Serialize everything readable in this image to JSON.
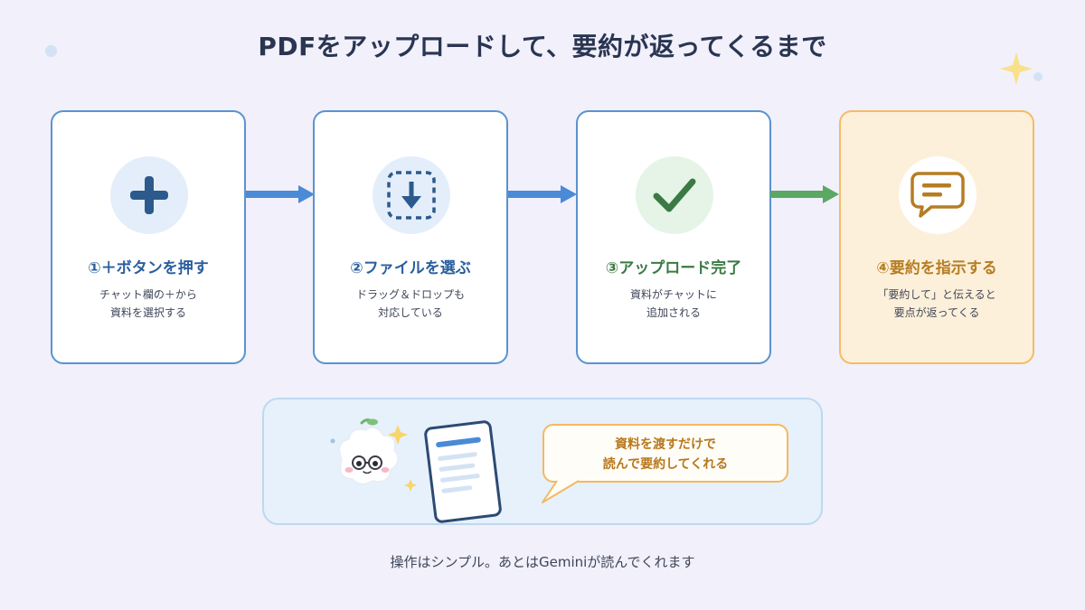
{
  "title": "PDFをアップロードして、要約が返ってくるまで",
  "steps": [
    {
      "icon": "plus-icon",
      "title": "①＋ボタンを押す",
      "desc": [
        "チャット欄の＋から",
        "資料を選択する"
      ],
      "accent": "#2a5f9e"
    },
    {
      "icon": "download-drop-icon",
      "title": "②ファイルを選ぶ",
      "desc": [
        "ドラッグ＆ドロップも",
        "対応している"
      ],
      "accent": "#2a5f9e"
    },
    {
      "icon": "checkmark-icon",
      "title": "③アップロード完了",
      "desc": [
        "資料がチャットに",
        "追加される"
      ],
      "accent": "#3b7a45"
    },
    {
      "icon": "chat-bubble-icon",
      "title": "④要約を指示する",
      "desc": [
        "「要約して」と伝えると",
        "要点が返ってくる"
      ],
      "accent": "#b67d23"
    }
  ],
  "bubble": {
    "lines": [
      "資料を渡すだけで",
      "読んで要約してくれる"
    ]
  },
  "footer": "操作はシンプル。あとはGeminiが読んでくれます",
  "colors": {
    "background": "#f1f0fb",
    "blue_border": "#5b93cf",
    "orange_border": "#f5bb67",
    "green_arrow": "#5aa864"
  }
}
